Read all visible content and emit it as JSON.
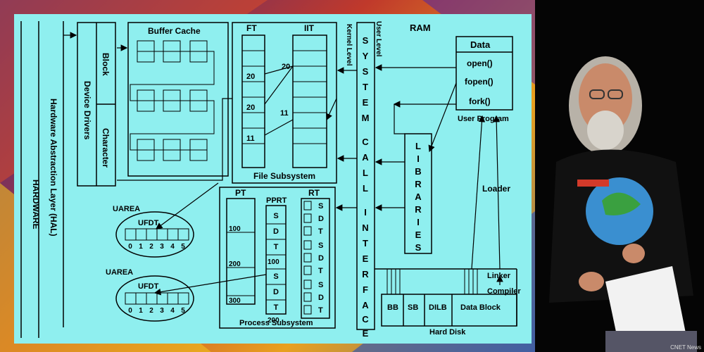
{
  "diagram": {
    "hardware": "HARDWARE",
    "hal": "Hardware Abstraction Layer (HAL)",
    "device_drivers": "Device Drivers",
    "block": "Block",
    "character": "Character",
    "buffer_cache": "Buffer Cache",
    "ft": "FT",
    "iit": "IIT",
    "file_subsystem": "File Subsystem",
    "ft_values": [
      "20",
      "20",
      "11"
    ],
    "iit_values": [
      "20",
      "11"
    ],
    "kernel_level": "Kernel Level",
    "user_level": "User Level",
    "system_call_interface": [
      "S",
      "Y",
      "S",
      "T",
      "E",
      "M",
      "C",
      "A",
      "L",
      "L",
      "I",
      "N",
      "T",
      "E",
      "R",
      "F",
      "A",
      "C",
      "E"
    ],
    "ram": "RAM",
    "data": "Data",
    "calls": [
      "open()",
      "fopen()",
      "fork()"
    ],
    "user_program": "User Program",
    "libraries": [
      "L",
      "I",
      "B",
      "R",
      "A",
      "R",
      "I",
      "E",
      "S"
    ],
    "loader": "Loader",
    "linker": "Linker",
    "compiler": "Compiler",
    "hard_disk": "Hard Disk",
    "disk_blocks": [
      "BB",
      "SB",
      "DILB",
      "Data Block"
    ],
    "pt": "PT",
    "pprt": "PPRT",
    "rt": "RT",
    "pt_values": [
      "100",
      "200",
      "300"
    ],
    "pprt_cells": [
      "S",
      "D",
      "T",
      "S",
      "D",
      "T"
    ],
    "pprt_values": [
      "100",
      "200"
    ],
    "rt_cells": [
      "S",
      "D",
      "T",
      "S",
      "D",
      "T",
      "S",
      "D",
      "T"
    ],
    "process_subsystem": "Process Subsystem",
    "uarea": "UAREA",
    "ufdt": "UFDT",
    "ufdt_indexes": [
      "0",
      "1",
      "2",
      "3",
      "4",
      "5"
    ]
  },
  "photo": {
    "watermark": "CNET News"
  }
}
